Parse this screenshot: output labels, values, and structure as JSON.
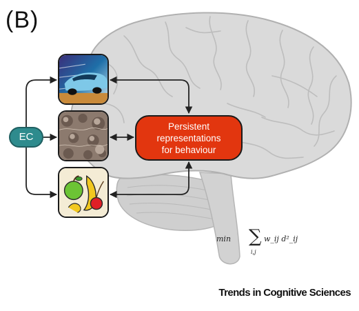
{
  "panel_label": "(B)",
  "nodes": {
    "ec": "EC",
    "representation": [
      "Persistent",
      "representations",
      "for behaviour"
    ]
  },
  "images": [
    {
      "name": "car-image",
      "depicts": "speeding car"
    },
    {
      "name": "texture-image",
      "depicts": "textured surface"
    },
    {
      "name": "fruit-image",
      "depicts": "apple, banana, cherries"
    }
  ],
  "formula": {
    "min": "min",
    "sum_symbol": "∑",
    "subscript": "i,j",
    "term": "w_ij d²_ij"
  },
  "footer": "Trends in Cognitive Sciences",
  "colors": {
    "ec_node": "#2e8b8d",
    "representation_box": "#e2360f",
    "brain_fill": "#d9d9d9",
    "arrow": "#222222"
  }
}
